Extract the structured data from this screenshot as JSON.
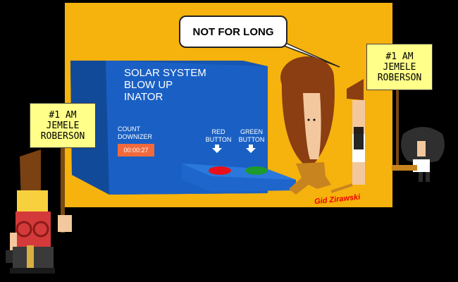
{
  "speech_bubble": {
    "text": "NOT FOR LONG"
  },
  "sign_left": {
    "line1": "#1 AM",
    "line2": "JEMELE",
    "line3": "ROBERSON"
  },
  "sign_right": {
    "line1": "#1 AM",
    "line2": "JEMELE",
    "line3": "ROBERSON"
  },
  "machine": {
    "title_line1": "SOLAR SYSTEM",
    "title_line2": "BLOW UP",
    "title_line3": "INATOR",
    "counter_label_line1": "COUNT",
    "counter_label_line2": "DOWNIZER",
    "counter_value": "00:00:27",
    "red_button_label_line1": "RED",
    "red_button_label_line2": "BUTTON",
    "green_button_label_line1": "GREEN",
    "green_button_label_line2": "BUTTON"
  },
  "artist_signature": "Gid Zirawski",
  "colors": {
    "panel_background": "#f6b20d",
    "machine_blue": "#1a5fb4",
    "red_button": "#e8101a",
    "green_button": "#1e9a2e",
    "counter_orange": "#f26a3c",
    "sign_yellow": "#ffff8a"
  }
}
